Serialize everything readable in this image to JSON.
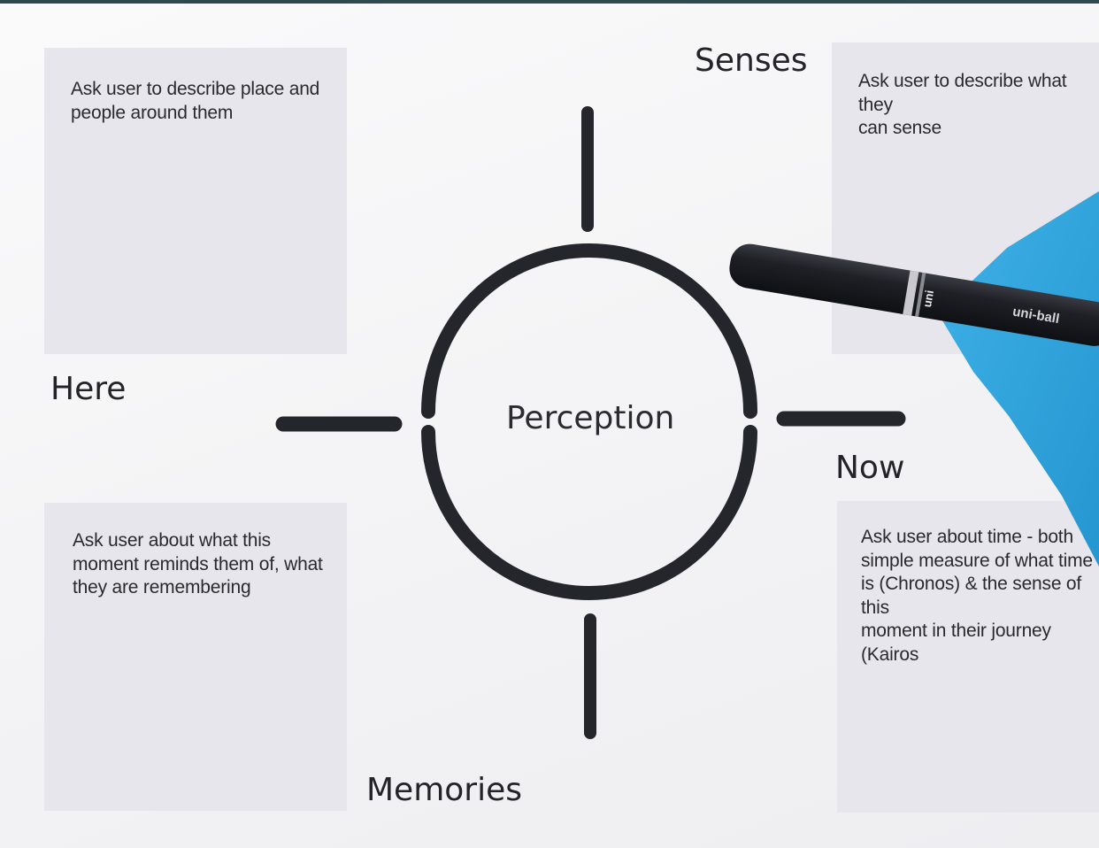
{
  "center_label": "Perception",
  "labels": {
    "top": "Senses",
    "left": "Here",
    "right": "Now",
    "bottom": "Memories"
  },
  "notes": {
    "top_left": "Ask user to describe place and\npeople around them",
    "top_right": "Ask user to describe what they\ncan sense",
    "bottom_left": "Ask user about what this\nmoment reminds them of, what\nthey are remembering",
    "bottom_right": "Ask user about time - both\nsimple measure of what time\nis (Chronos) & the sense of this\nmoment in their journey (Kairos"
  },
  "pen_brand": "uni-ball",
  "pen_cap_brand": "uni",
  "colors": {
    "paper": "#f6f6f8",
    "note_box": "#e7e6ec",
    "diagram_ink": "#25262b",
    "blue_sheet": "#2fa4dd",
    "pen_body": "#1c1d22"
  }
}
